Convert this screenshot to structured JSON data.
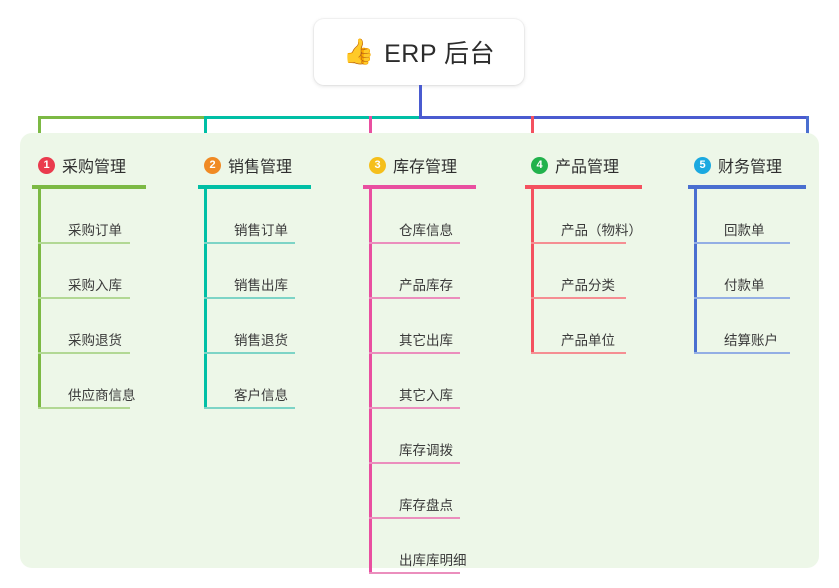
{
  "root": {
    "icon": "thumbs-up-icon",
    "emoji": "👍",
    "label": "ERP 后台",
    "stem_color": "#4a5bd0"
  },
  "panel": {
    "background": "#edf7e8"
  },
  "connector": {
    "segments": [
      {
        "name": "green-segment",
        "color": "#7cb944"
      },
      {
        "name": "teal-segment",
        "color": "#00bfa5"
      },
      {
        "name": "blue-segment",
        "color": "#4a5bd0"
      }
    ]
  },
  "branches": [
    {
      "number": "1",
      "title": "采购管理",
      "badge_color": "#ea3b4e",
      "line_color": "#7cb944",
      "leaf_line_color": "#b2d894",
      "items": [
        "采购订单",
        "采购入库",
        "采购退货",
        "供应商信息"
      ]
    },
    {
      "number": "2",
      "title": "销售管理",
      "badge_color": "#f08a24",
      "line_color": "#00bfa5",
      "leaf_line_color": "#7dd4c6",
      "items": [
        "销售订单",
        "销售出库",
        "销售退货",
        "客户信息"
      ]
    },
    {
      "number": "3",
      "title": "库存管理",
      "badge_color": "#f5bf1b",
      "line_color": "#e94fa0",
      "leaf_line_color": "#eb8ebd",
      "items": [
        "仓库信息",
        "产品库存",
        "其它出库",
        "其它入库",
        "库存调拨",
        "库存盘点",
        "出库库明细"
      ]
    },
    {
      "number": "4",
      "title": "产品管理",
      "badge_color": "#22b24c",
      "line_color": "#f4515f",
      "leaf_line_color": "#f58e92",
      "items": [
        "产品（物料）",
        "产品分类",
        "产品单位"
      ]
    },
    {
      "number": "5",
      "title": "财务管理",
      "badge_color": "#1ba9e0",
      "line_color": "#4a6fd0",
      "leaf_line_color": "#93aee4",
      "items": [
        "回款单",
        "付款单",
        "结算账户"
      ]
    }
  ]
}
